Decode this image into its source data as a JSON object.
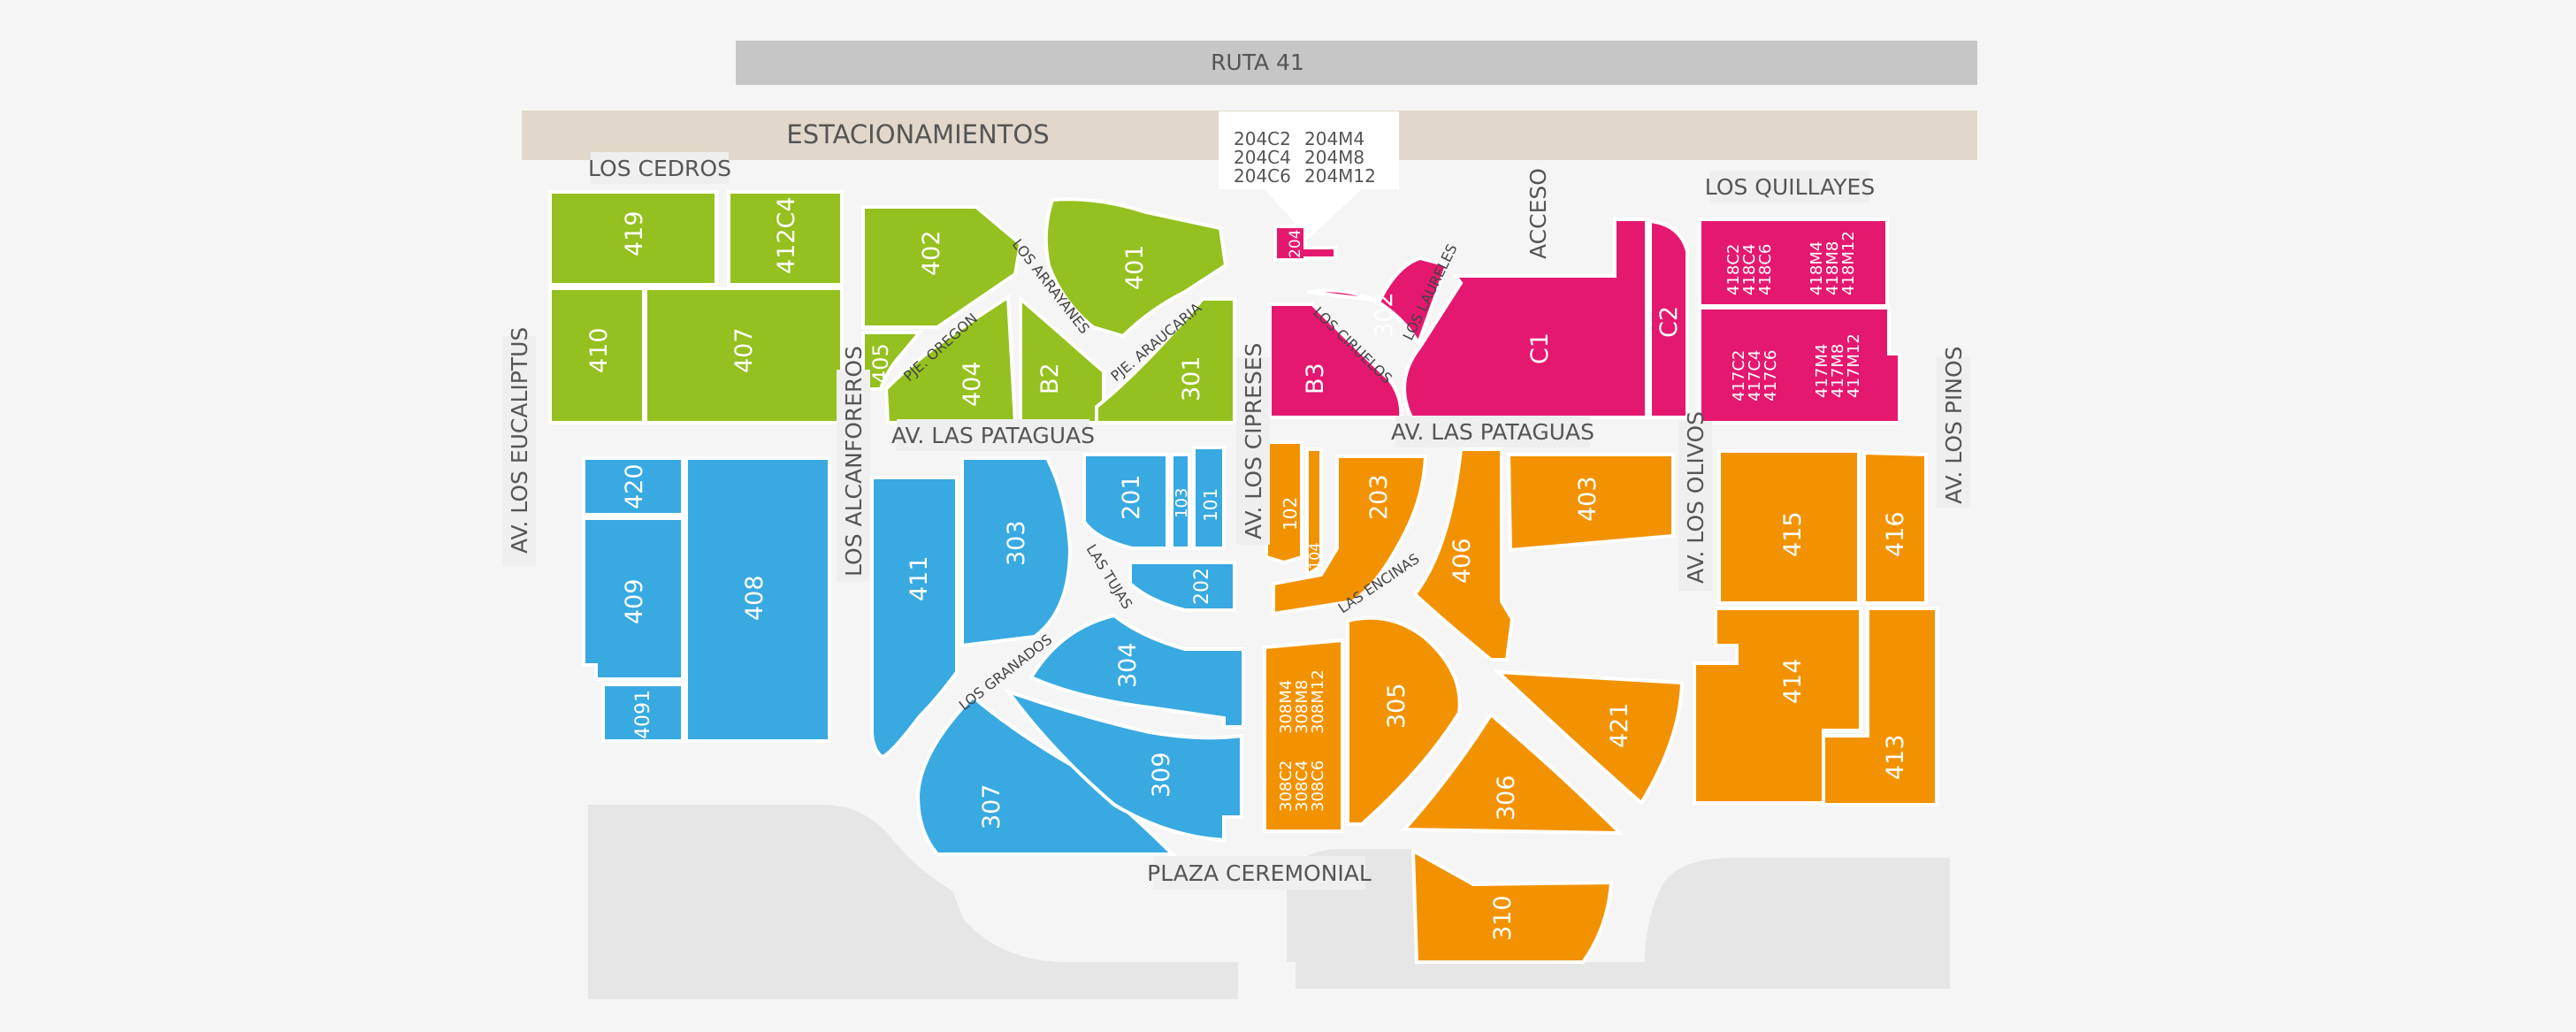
{
  "colors": {
    "green": "#94c11f",
    "blue": "#39a9e1",
    "magenta": "#e5186f",
    "orange": "#f39200",
    "road_gray": "#c6c6c6",
    "parking_beige": "#e1d8cb",
    "plaza_gray": "#e6e6e6"
  },
  "roads": {
    "ruta": "RUTA 41",
    "estacionamientos": "ESTACIONAMIENTOS",
    "los_cedros": "LOS CEDROS",
    "los_quillayes": "LOS QUILLAYES",
    "acceso": "ACCESO",
    "av_los_eucaliptus": "AV. LOS EUCALIPTUS",
    "los_alcanforeros": "LOS ALCANFOREROS",
    "av_los_cipreses": "AV. LOS CIPRESES",
    "av_los_olivos": "AV. LOS OLIVOS",
    "av_los_pinos": "AV. LOS PINOS",
    "av_las_pataguas_1": "AV. LAS PATAGUAS",
    "av_las_pataguas_2": "AV. LAS PATAGUAS",
    "plaza_ceremonial": "PLAZA CEREMONIAL",
    "pje_oregon": "PJE. OREGON",
    "los_arrayanes": "LOS ARRAYANES",
    "pje_araucaria": "PJE. ARAUCARIA",
    "los_ciruelos": "LOS CIRUELOS",
    "los_laureles": "LOS LAURELES",
    "las_tujas": "LAS TUJAS",
    "los_granados": "LOS GRANADOS",
    "las_encinas": "LAS ENCINAS"
  },
  "callout": {
    "col1": [
      "204C2",
      "204C4",
      "204C6"
    ],
    "col2": [
      "204M4",
      "204M8",
      "204M12"
    ]
  },
  "lots": {
    "l419": "419",
    "l412c4": "412C4",
    "l410": "410",
    "l407": "407",
    "l402": "402",
    "l401": "401",
    "l405": "405",
    "l404": "404",
    "lb2": "B2",
    "l301": "301",
    "l420": "420",
    "l409": "409",
    "l4091": "4091",
    "l408": "408",
    "l411": "411",
    "l303": "303",
    "l201": "201",
    "l103": "103",
    "l101": "101",
    "l202": "202",
    "l304": "304",
    "l307": "307",
    "l309": "309",
    "l204": "204",
    "lb3": "B3",
    "l302": "302",
    "lc1": "C1",
    "lc2": "C2",
    "l418a": "418C2",
    "l418b": "418C4",
    "l418c": "418C6",
    "l418d": "418M4",
    "l418e": "418M8",
    "l418f": "418M12",
    "l417a": "417C2",
    "l417b": "417C4",
    "l417c": "417C6",
    "l417d": "417M4",
    "l417e": "417M8",
    "l417f": "417M12",
    "l102": "102",
    "l104": "104",
    "l203": "203",
    "l406": "406",
    "l403": "403",
    "l415": "415",
    "l416": "416",
    "l414": "414",
    "l413": "413",
    "l308a": "308M4",
    "l308b": "308M8",
    "l308c": "308M12",
    "l308d": "308C2",
    "l308e": "308C4",
    "l308f": "308C6",
    "l305": "305",
    "l421": "421",
    "l306": "306",
    "l310": "310"
  }
}
